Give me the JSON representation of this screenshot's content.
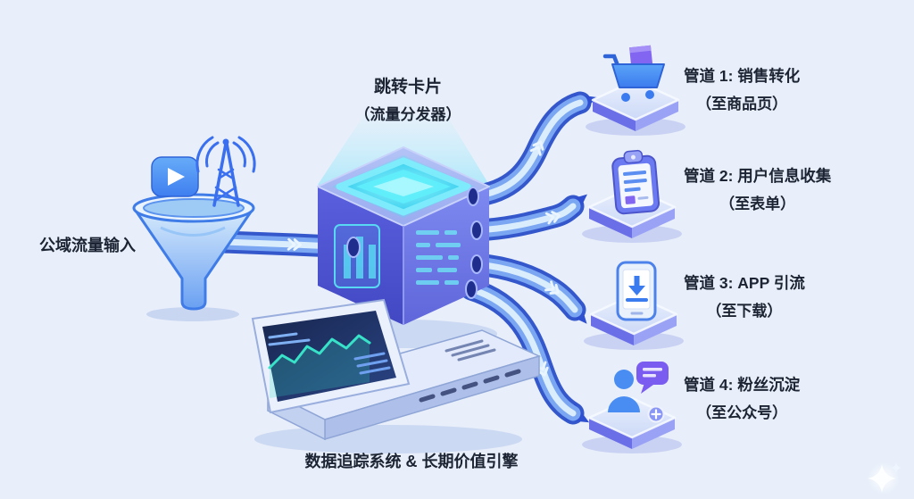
{
  "colors": {
    "background": "#e8effa",
    "text": "#1c2433",
    "pipe_outer": "#3457cc",
    "pipe_mid": "#7aa6f2",
    "pipe_core": "#d9edfc",
    "accent_cyan": "#49e6f6",
    "accent_blue": "#3f7ef0",
    "accent_purple": "#7a5cf0"
  },
  "funnel": {
    "label": "公域流量输入",
    "icon": "funnel-icon"
  },
  "distributor": {
    "title": "跳转卡片",
    "subtitle": "（流量分发器）",
    "icon": "distributor-cube"
  },
  "tracking": {
    "label": "数据追踪系统 & 长期价值引擎",
    "icon": "tracking-console"
  },
  "pipelines": [
    {
      "title": "管道 1: 销售转化",
      "subtitle": "（至商品页）",
      "icon": "shopping-cart-icon"
    },
    {
      "title": "管道 2: 用户信息收集",
      "subtitle": "（至表单）",
      "icon": "clipboard-icon"
    },
    {
      "title": "管道 3: APP 引流",
      "subtitle": "（至下载）",
      "icon": "phone-download-icon"
    },
    {
      "title": "管道 4: 粉丝沉淀",
      "subtitle": "（至公众号）",
      "icon": "user-chat-icon"
    }
  ]
}
